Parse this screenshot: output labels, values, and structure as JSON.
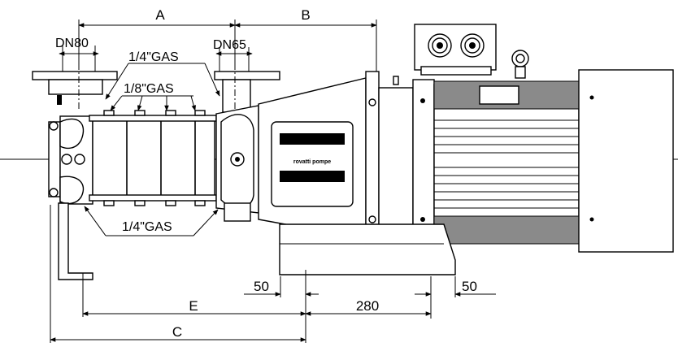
{
  "dimensions": {
    "a": "A",
    "b": "B",
    "c": "C",
    "e": "E",
    "base_spacing": "280",
    "left_offset": "50",
    "right_offset": "50"
  },
  "connections": {
    "suction": "DN80",
    "discharge": "DN65",
    "gauge_top": "1/4\"GAS",
    "vent": "1/8\"GAS",
    "drain": "1/4\"GAS"
  },
  "nameplate": {
    "brand": "rovatti pompe"
  }
}
